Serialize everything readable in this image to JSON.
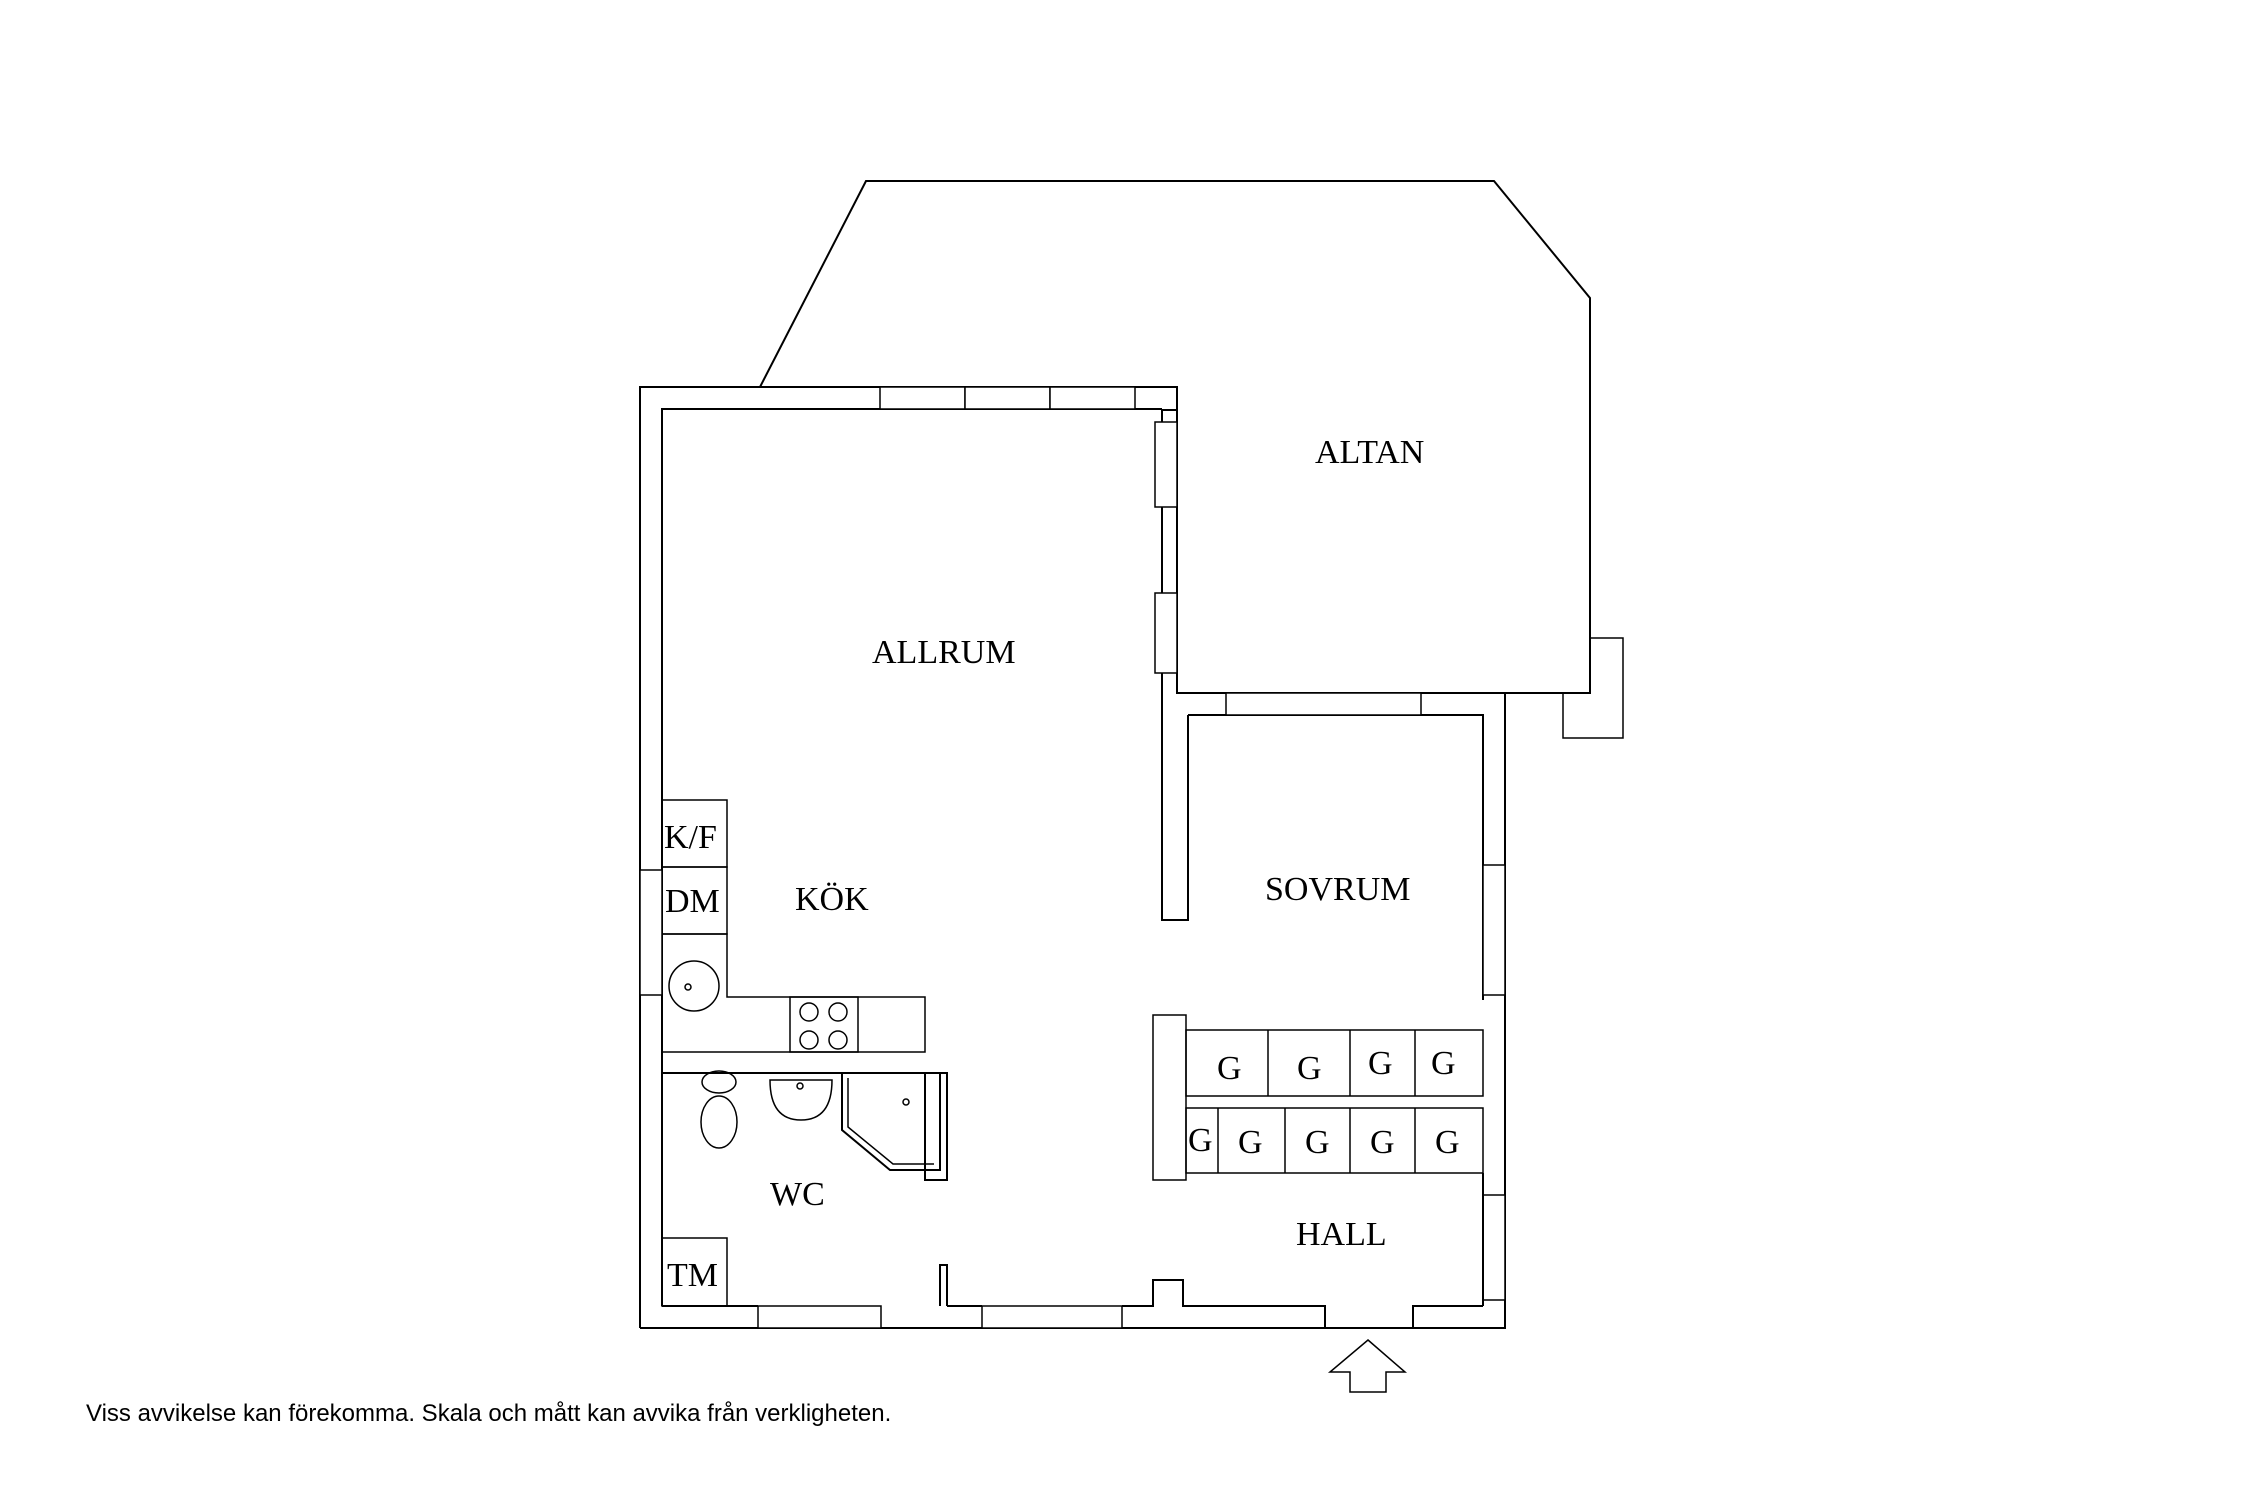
{
  "rooms": {
    "altan": "ALTAN",
    "allrum": "ALLRUM",
    "kok": "KÖK",
    "sovrum": "SOVRUM",
    "wc": "WC",
    "hall": "HALL"
  },
  "fixtures": {
    "fridge_freezer": "K/F",
    "dishwasher": "DM",
    "washing_machine": "TM"
  },
  "wardrobes": {
    "upper": [
      "G",
      "G",
      "G",
      "G"
    ],
    "lower": [
      "G",
      "G",
      "G",
      "G",
      "G"
    ]
  },
  "disclaimer": "Viss avvikelse kan förekomma. Skala och mått kan avvika från verkligheten."
}
